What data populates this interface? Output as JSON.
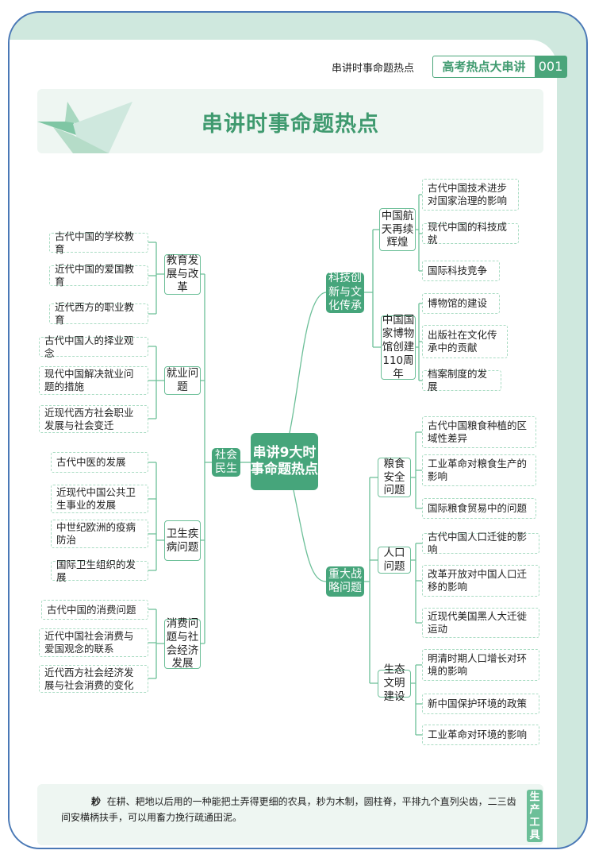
{
  "header": {
    "section": "串讲时事命题热点",
    "series": "高考热点大串讲",
    "page": "001"
  },
  "banner": {
    "title": "串讲时事命题热点"
  },
  "mindmap": {
    "root": "串讲9大时事命题热点",
    "branches": [
      {
        "label": "社会民生",
        "children": [
          {
            "label": "教育发展与改革",
            "leaves": [
              "古代中国的学校教育",
              "近代中国的爱国教育",
              "近代西方的职业教育"
            ]
          },
          {
            "label": "就业问题",
            "leaves": [
              "古代中国人的择业观念",
              "现代中国解决就业问题的措施",
              "近现代西方社会职业发展与社会变迁"
            ]
          },
          {
            "label": "卫生疾病问题",
            "leaves": [
              "古代中医的发展",
              "近现代中国公共卫生事业的发展",
              "中世纪欧洲的疫病防治",
              "国际卫生组织的发展"
            ]
          },
          {
            "label": "消费问题与社会经济发展",
            "leaves": [
              "古代中国的消费问题",
              "近代中国社会消费与爱国观念的联系",
              "近代西方社会经济发展与社会消费的变化"
            ]
          }
        ]
      },
      {
        "label": "科技创新与文化传承",
        "children": [
          {
            "label": "中国航天再续辉煌",
            "leaves": [
              "古代中国技术进步对国家治理的影响",
              "现代中国的科技成就",
              "国际科技竞争"
            ]
          },
          {
            "label": "中国国家博物馆创建110周年",
            "leaves": [
              "博物馆的建设",
              "出版社在文化传承中的贡献",
              "档案制度的发展"
            ]
          }
        ]
      },
      {
        "label": "重大战略问题",
        "children": [
          {
            "label": "粮食安全问题",
            "leaves": [
              "古代中国粮食种植的区域性差异",
              "工业革命对粮食生产的影响",
              "国际粮食贸易中的问题"
            ]
          },
          {
            "label": "人口问题",
            "leaves": [
              "古代中国人口迁徙的影响",
              "改革开放对中国人口迁移的影响",
              "近现代美国黑人大迁徙运动"
            ]
          },
          {
            "label": "生态文明建设",
            "leaves": [
              "明清时期人口增长对环境的影响",
              "新中国保护环境的政策",
              "工业革命对环境的影响"
            ]
          }
        ]
      }
    ]
  },
  "footer": {
    "term": "耖",
    "text": "在耕、耙地以后用的一种能把土弄得更细的农具，耖为木制，圆柱脊，平排九个直列尖齿，二三齿间安横柄扶手，可以用畜力挽行疏通田泥。",
    "tag": "生产工具"
  }
}
